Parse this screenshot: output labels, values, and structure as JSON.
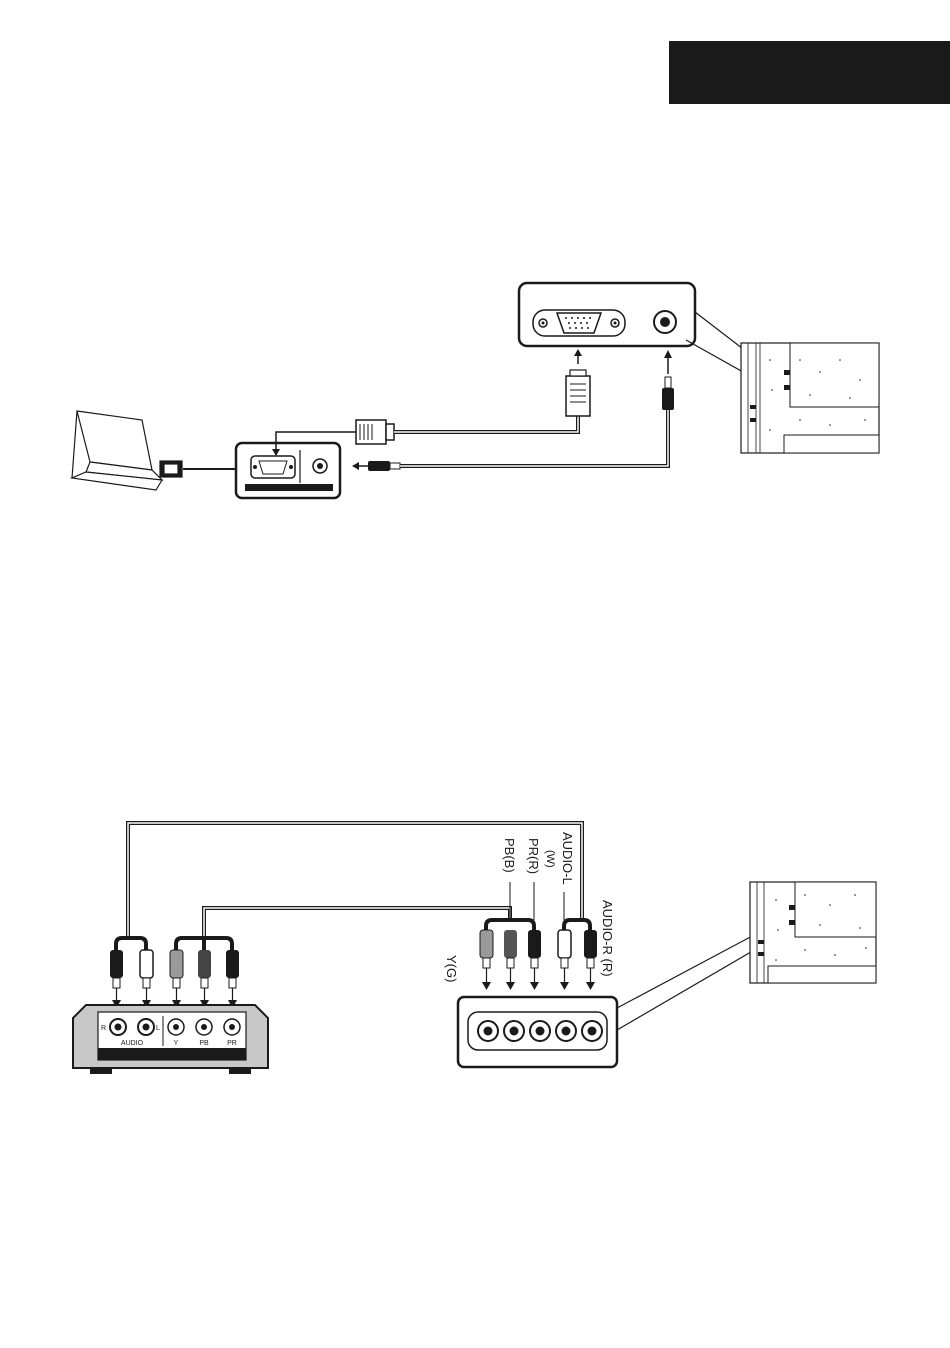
{
  "fig1": {
    "labels": []
  },
  "fig2": {
    "source_labels": {
      "audio_r_mark": "R",
      "audio_l_mark": "L",
      "audio": "AUDIO",
      "y": "Y",
      "pb": "PB",
      "pr": "PR"
    },
    "cable_labels": {
      "audio_l": "AUDIO-L",
      "audio_l_color": "(W)",
      "pr": "PR(R)",
      "pb": "PB(B)",
      "audio_r": "AUDIO-R (R)",
      "y": "Y(G)"
    }
  },
  "colors": {
    "ink": "#1a1a1a",
    "device_gray": "#c8c8c8"
  }
}
